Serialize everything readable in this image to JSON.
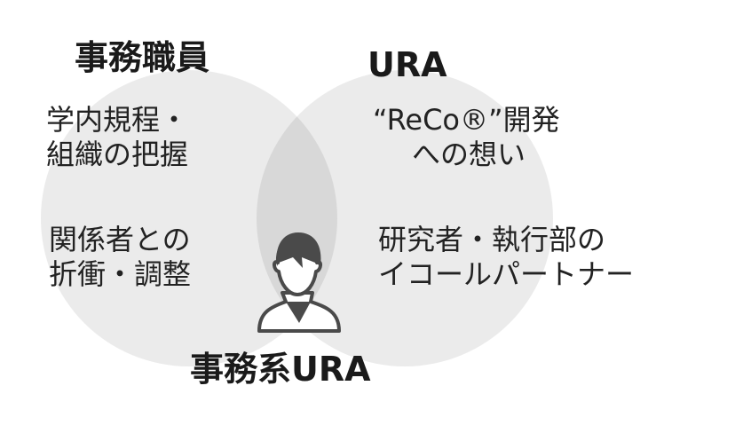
{
  "left_title": "事務職員",
  "right_title": "URA",
  "bottom_title": "事務系URA",
  "left_items": [
    {
      "line1": "学内規程・",
      "line2": "組織の把握"
    },
    {
      "line1": "関係者との",
      "line2": "折衝・調整"
    }
  ],
  "right_items": [
    {
      "line1": "“ReCo®”開発",
      "line2": "への想い"
    },
    {
      "line1": "研究者・執行部の",
      "line2": "イコールパートナー"
    }
  ],
  "colors": {
    "circle": "#000000",
    "icon": "#4a4a4a"
  }
}
